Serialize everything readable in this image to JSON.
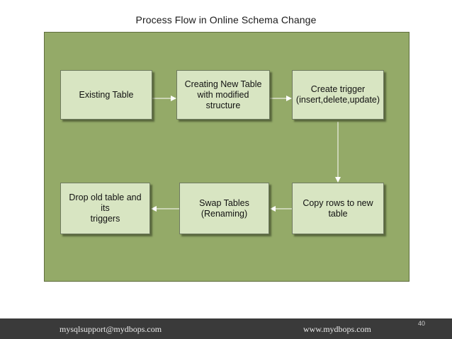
{
  "slide": {
    "title": "Process Flow in Online Schema Change",
    "page_number": "40"
  },
  "diagram": {
    "nodes": [
      {
        "id": "n1",
        "label": "Existing Table"
      },
      {
        "id": "n2",
        "label": "Creating New Table\nwith modified\nstructure"
      },
      {
        "id": "n3",
        "label": "Create trigger\n(insert,delete,update)"
      },
      {
        "id": "n4",
        "label": "Copy rows to new\ntable"
      },
      {
        "id": "n5",
        "label": "Swap Tables\n(Renaming)"
      },
      {
        "id": "n6",
        "label": "Drop old table and its\ntriggers"
      }
    ],
    "edges": [
      {
        "from": "n1",
        "to": "n2"
      },
      {
        "from": "n2",
        "to": "n3"
      },
      {
        "from": "n3",
        "to": "n4"
      },
      {
        "from": "n4",
        "to": "n5"
      },
      {
        "from": "n5",
        "to": "n6"
      }
    ],
    "colors": {
      "panel": "#94aa68",
      "node_fill": "#d8e5c2",
      "arrow": "#ffffff"
    }
  },
  "footer": {
    "email": "mysqlsupport@mydbops.com",
    "website": "www.mydbops.com"
  }
}
